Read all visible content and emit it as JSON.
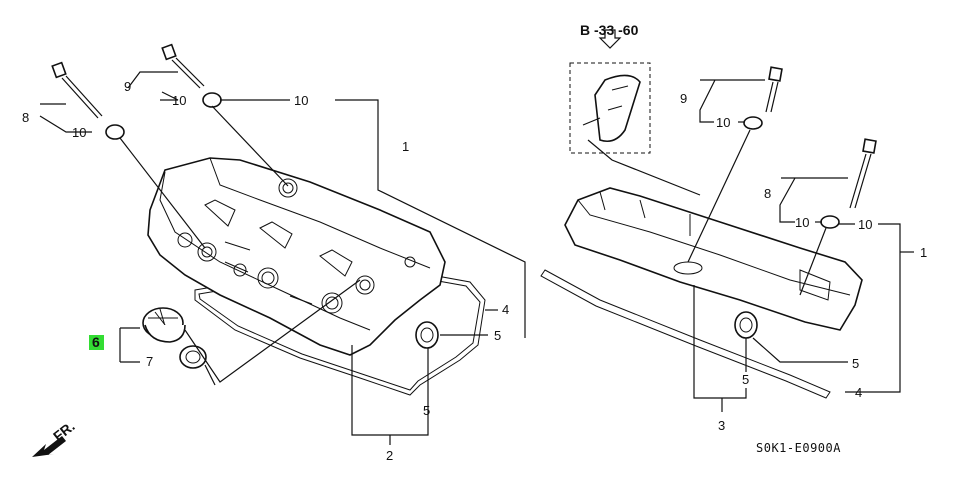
{
  "diagram": {
    "reference": "B -33 -60",
    "direction_label": "FR.",
    "code": "S0K1-E0900A",
    "highlight_color": "#33dd33",
    "callouts": {
      "left_bolt_top": "9",
      "left_washer_top": "10",
      "left_washer_top_right": "10",
      "left_bolt_left": "8",
      "left_washer_left": "10",
      "left_cover": "1",
      "left_gasket": "4",
      "left_seal": "5",
      "left_seal_lower": "5",
      "left_assembly": "2",
      "oil_cap": "6",
      "oil_cap_gasket": "7",
      "right_bolt_top": "9",
      "right_washer_top": "10",
      "right_bolt_mid": "8",
      "right_washer_mid": "10",
      "right_washer_mid_right": "10",
      "right_cover": "1",
      "right_seal": "5",
      "right_seal_lower": "5",
      "right_gasket": "4",
      "right_assembly": "3"
    }
  }
}
